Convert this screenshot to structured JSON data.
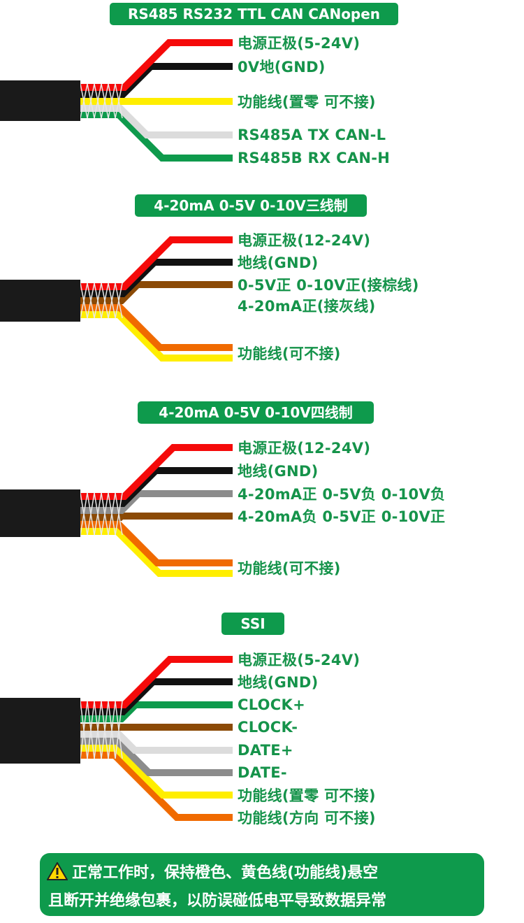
{
  "colors": {
    "red": "#f50a0a",
    "black": "#111111",
    "yellow": "#ffee00",
    "lightgray": "#dcdcdc",
    "green": "#0e9a4c",
    "brown": "#8b4a06",
    "orange": "#f06a00",
    "gray": "#8c8c8c",
    "text": "#15934a"
  },
  "sections": [
    {
      "title": "RS485 RS232 TTL CAN CANopen",
      "wires": [
        "red",
        "black",
        "yellow",
        "lightgray",
        "green"
      ],
      "labels": [
        "电源正极(5-24V)",
        "0V地(GND)",
        "功能线(置零 可不接)",
        "RS485A  TX  CAN-L",
        "RS485B  RX  CAN-H"
      ]
    },
    {
      "title": "4-20mA 0-5V 0-10V三线制",
      "wires": [
        "red",
        "black",
        "brown",
        "orange",
        "yellow"
      ],
      "labels": [
        "电源正极(12-24V)",
        "地线(GND)",
        "0-5V正  0-10V正(接棕线)",
        "4-20mA正(接灰线)",
        "功能线(可不接)"
      ]
    },
    {
      "title": "4-20mA 0-5V 0-10V四线制",
      "wires": [
        "red",
        "black",
        "gray",
        "brown",
        "orange",
        "yellow"
      ],
      "labels": [
        "电源正极(12-24V)",
        "地线(GND)",
        "4-20mA正   0-5V负  0-10V负",
        "4-20mA负   0-5V正  0-10V正",
        "功能线(可不接)"
      ]
    },
    {
      "title": "SSI",
      "wires": [
        "red",
        "black",
        "green",
        "brown",
        "lightgray",
        "gray",
        "yellow",
        "orange"
      ],
      "labels": [
        "电源正极(5-24V)",
        "地线(GND)",
        "CLOCK+",
        "CLOCK-",
        "DATE+",
        "DATE-",
        "功能线(置零 可不接)",
        "功能线(方向 可不接)"
      ]
    }
  ],
  "warning": {
    "icon": "warning-triangle-icon",
    "line1": "正常工作时，保持橙色、黄色线(功能线)悬空",
    "line2": "且断开并绝缘包裹，以防误碰低电平导致数据异常"
  }
}
